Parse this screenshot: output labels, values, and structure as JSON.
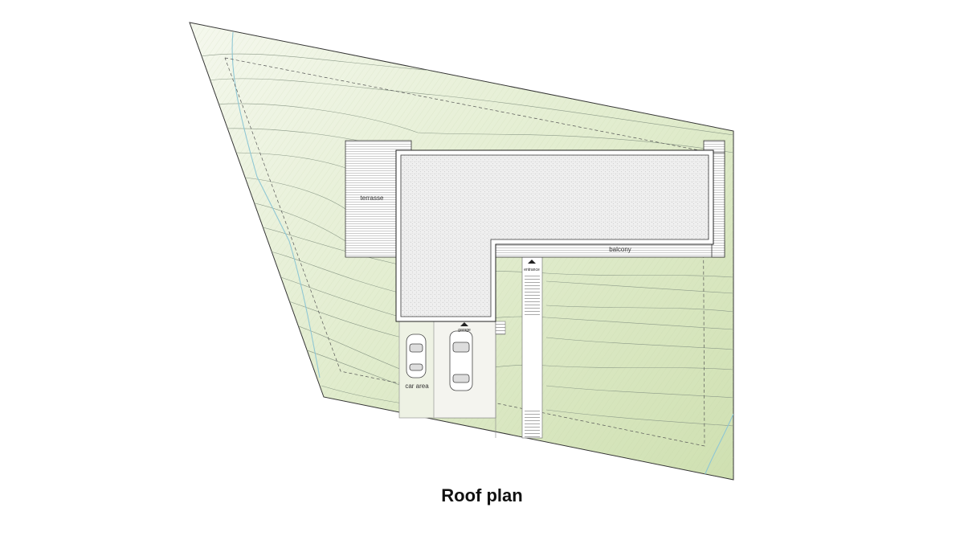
{
  "caption": "Roof plan",
  "labels": {
    "terrace": "terrasse",
    "balcony": "balcony",
    "entrance": "entrance",
    "garage": "garage",
    "car_area": "car area"
  },
  "colors": {
    "terrain_light": "#f3f6ea",
    "terrain_dark": "#cfdfb0",
    "contour": "#8c9a88",
    "stream": "#8fc7d4",
    "roof": "#eeeeee",
    "deck": "#ffffff",
    "outline": "#333333"
  }
}
